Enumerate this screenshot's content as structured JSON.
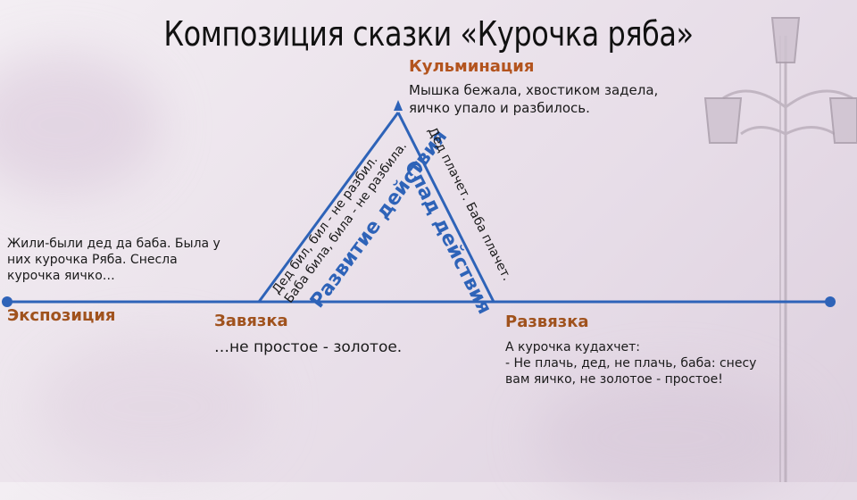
{
  "title": "Композиция сказки «Курочка ряба»",
  "colors": {
    "line": "#2e63b8",
    "stage_heading": "#a0521d",
    "climax_heading": "#b3541e",
    "diagonal_label": "#2e63b8"
  },
  "exposition": {
    "heading": "Экспозиция",
    "text_lines": [
      "Жили-были дед да баба. Была у",
      "них курочка Ряба. Снесла",
      "курочка яичко…"
    ]
  },
  "setup": {
    "heading": "Завязка",
    "text": "…не простое - золотое."
  },
  "rising_action": {
    "heading": "Развитие действия",
    "text_lines": [
      "Дед бил, бил - не разбил.",
      "Баба била, била - не разбила."
    ]
  },
  "climax": {
    "heading": "Кульминация",
    "text_lines": [
      "Мышка бежала, хвостиком задела,",
      "яичко упало и разбилось."
    ]
  },
  "falling_action": {
    "heading": "Спад действия",
    "text": "Дед плачет. Баба плачет."
  },
  "resolution": {
    "heading": "Развязка",
    "text_lines": [
      "А курочка кудахчет:",
      "- Не плачь, дед, не плачь, баба: снесу",
      "вам яичко, не золотое - простое!"
    ]
  }
}
